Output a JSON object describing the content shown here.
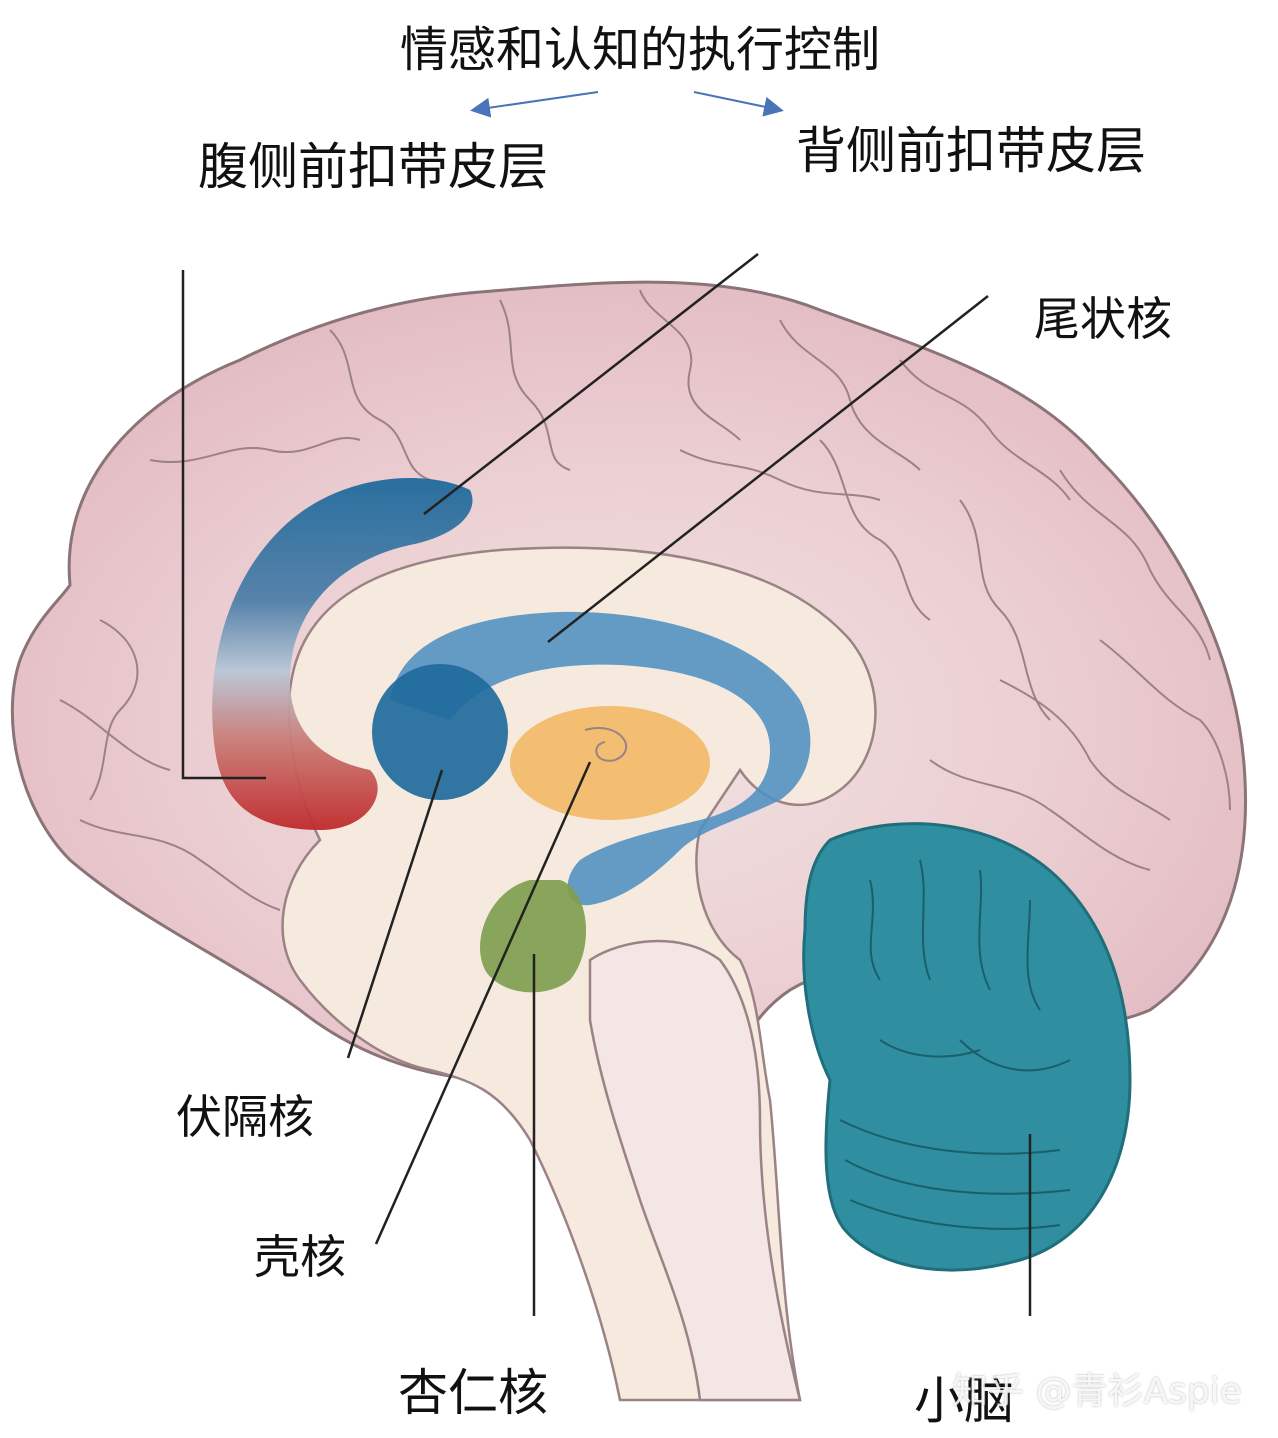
{
  "title": "情感和认知的执行控制",
  "labels": {
    "ventral_acc": "腹侧前扣带皮层",
    "dorsal_acc": "背侧前扣带皮层",
    "caudate": "尾状核",
    "nucleus_accumbens": "伏隔核",
    "putamen": "壳核",
    "amygdala": "杏仁核",
    "cerebellum": "小脑"
  },
  "watermark": "知乎 @青衫Aspie",
  "colors": {
    "cortex": "#e8c4cb",
    "cortex_outline": "#8a7478",
    "inner_pale": "#f5eadd",
    "ventral_acc_red": "#c0292b",
    "ventral_acc_blue": "#1f6a9c",
    "dorsal_acc_blue": "#1f6a9c",
    "caudate_blue": "#4f8fc2",
    "putamen_orange": "#f2bc6c",
    "amygdala_green": "#7f9d4f",
    "cerebellum_teal": "#2f8fa0",
    "arrow": "#4a74b8",
    "leader_line": "#222222"
  }
}
